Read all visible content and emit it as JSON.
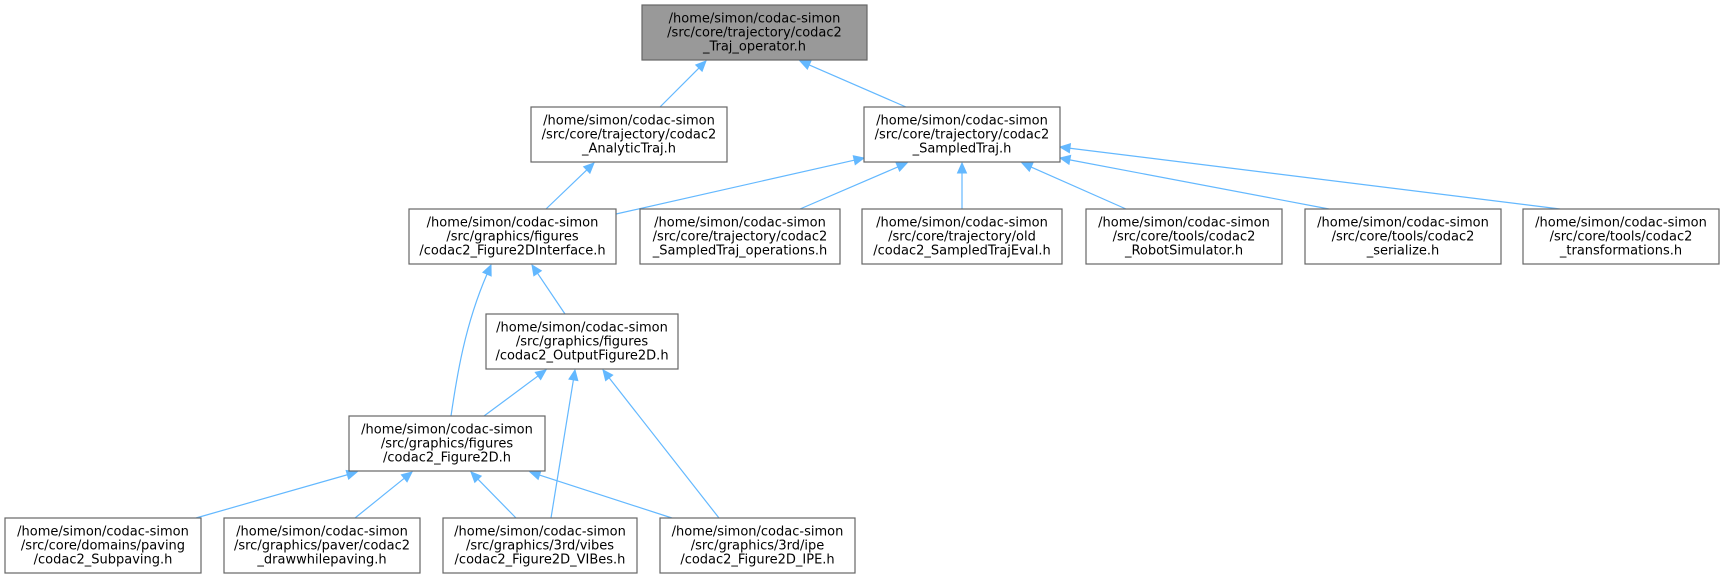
{
  "colors": {
    "edge": "#63b8ff",
    "node_border": "#666666",
    "root_fill": "#999999",
    "node_fill": "#ffffff"
  },
  "nodes": [
    {
      "id": "traj_operator",
      "root": true,
      "lines": [
        "/home/simon/codac-simon",
        "/src/core/trajectory/codac2",
        "_Traj_operator.h"
      ]
    },
    {
      "id": "analytic_traj",
      "lines": [
        "/home/simon/codac-simon",
        "/src/core/trajectory/codac2",
        "_AnalyticTraj.h"
      ]
    },
    {
      "id": "sampled_traj",
      "lines": [
        "/home/simon/codac-simon",
        "/src/core/trajectory/codac2",
        "_SampledTraj.h"
      ]
    },
    {
      "id": "figure2d_interface",
      "lines": [
        "/home/simon/codac-simon",
        "/src/graphics/figures",
        "/codac2_Figure2DInterface.h"
      ]
    },
    {
      "id": "sampled_traj_operations",
      "lines": [
        "/home/simon/codac-simon",
        "/src/core/trajectory/codac2",
        "_SampledTraj_operations.h"
      ]
    },
    {
      "id": "sampled_traj_eval",
      "lines": [
        "/home/simon/codac-simon",
        "/src/core/trajectory/old",
        "/codac2_SampledTrajEval.h"
      ]
    },
    {
      "id": "robot_simulator",
      "lines": [
        "/home/simon/codac-simon",
        "/src/core/tools/codac2",
        "_RobotSimulator.h"
      ]
    },
    {
      "id": "serialize",
      "lines": [
        "/home/simon/codac-simon",
        "/src/core/tools/codac2",
        "_serialize.h"
      ]
    },
    {
      "id": "transformations",
      "lines": [
        "/home/simon/codac-simon",
        "/src/core/tools/codac2",
        "_transformations.h"
      ]
    },
    {
      "id": "output_figure2d",
      "lines": [
        "/home/simon/codac-simon",
        "/src/graphics/figures",
        "/codac2_OutputFigure2D.h"
      ]
    },
    {
      "id": "figure2d",
      "lines": [
        "/home/simon/codac-simon",
        "/src/graphics/figures",
        "/codac2_Figure2D.h"
      ]
    },
    {
      "id": "subpaving",
      "lines": [
        "/home/simon/codac-simon",
        "/src/core/domains/paving",
        "/codac2_Subpaving.h"
      ]
    },
    {
      "id": "drawwhilepaving",
      "lines": [
        "/home/simon/codac-simon",
        "/src/graphics/paver/codac2",
        "_drawwhilepaving.h"
      ]
    },
    {
      "id": "figure2d_vibes",
      "lines": [
        "/home/simon/codac-simon",
        "/src/graphics/3rd/vibes",
        "/codac2_Figure2D_VIBes.h"
      ]
    },
    {
      "id": "figure2d_ipe",
      "lines": [
        "/home/simon/codac-simon",
        "/src/graphics/3rd/ipe",
        "/codac2_Figure2D_IPE.h"
      ]
    }
  ],
  "edges": [
    {
      "from": "analytic_traj",
      "to": "traj_operator"
    },
    {
      "from": "sampled_traj",
      "to": "traj_operator"
    },
    {
      "from": "figure2d_interface",
      "to": "analytic_traj"
    },
    {
      "from": "figure2d_interface",
      "to": "sampled_traj"
    },
    {
      "from": "sampled_traj_operations",
      "to": "sampled_traj"
    },
    {
      "from": "sampled_traj_eval",
      "to": "sampled_traj"
    },
    {
      "from": "robot_simulator",
      "to": "sampled_traj"
    },
    {
      "from": "serialize",
      "to": "sampled_traj"
    },
    {
      "from": "transformations",
      "to": "sampled_traj"
    },
    {
      "from": "output_figure2d",
      "to": "figure2d_interface"
    },
    {
      "from": "figure2d",
      "to": "figure2d_interface"
    },
    {
      "from": "figure2d",
      "to": "output_figure2d"
    },
    {
      "from": "figure2d_vibes",
      "to": "output_figure2d"
    },
    {
      "from": "figure2d_ipe",
      "to": "output_figure2d"
    },
    {
      "from": "subpaving",
      "to": "figure2d"
    },
    {
      "from": "drawwhilepaving",
      "to": "figure2d"
    },
    {
      "from": "figure2d_vibes",
      "to": "figure2d"
    },
    {
      "from": "figure2d_ipe",
      "to": "figure2d"
    }
  ]
}
